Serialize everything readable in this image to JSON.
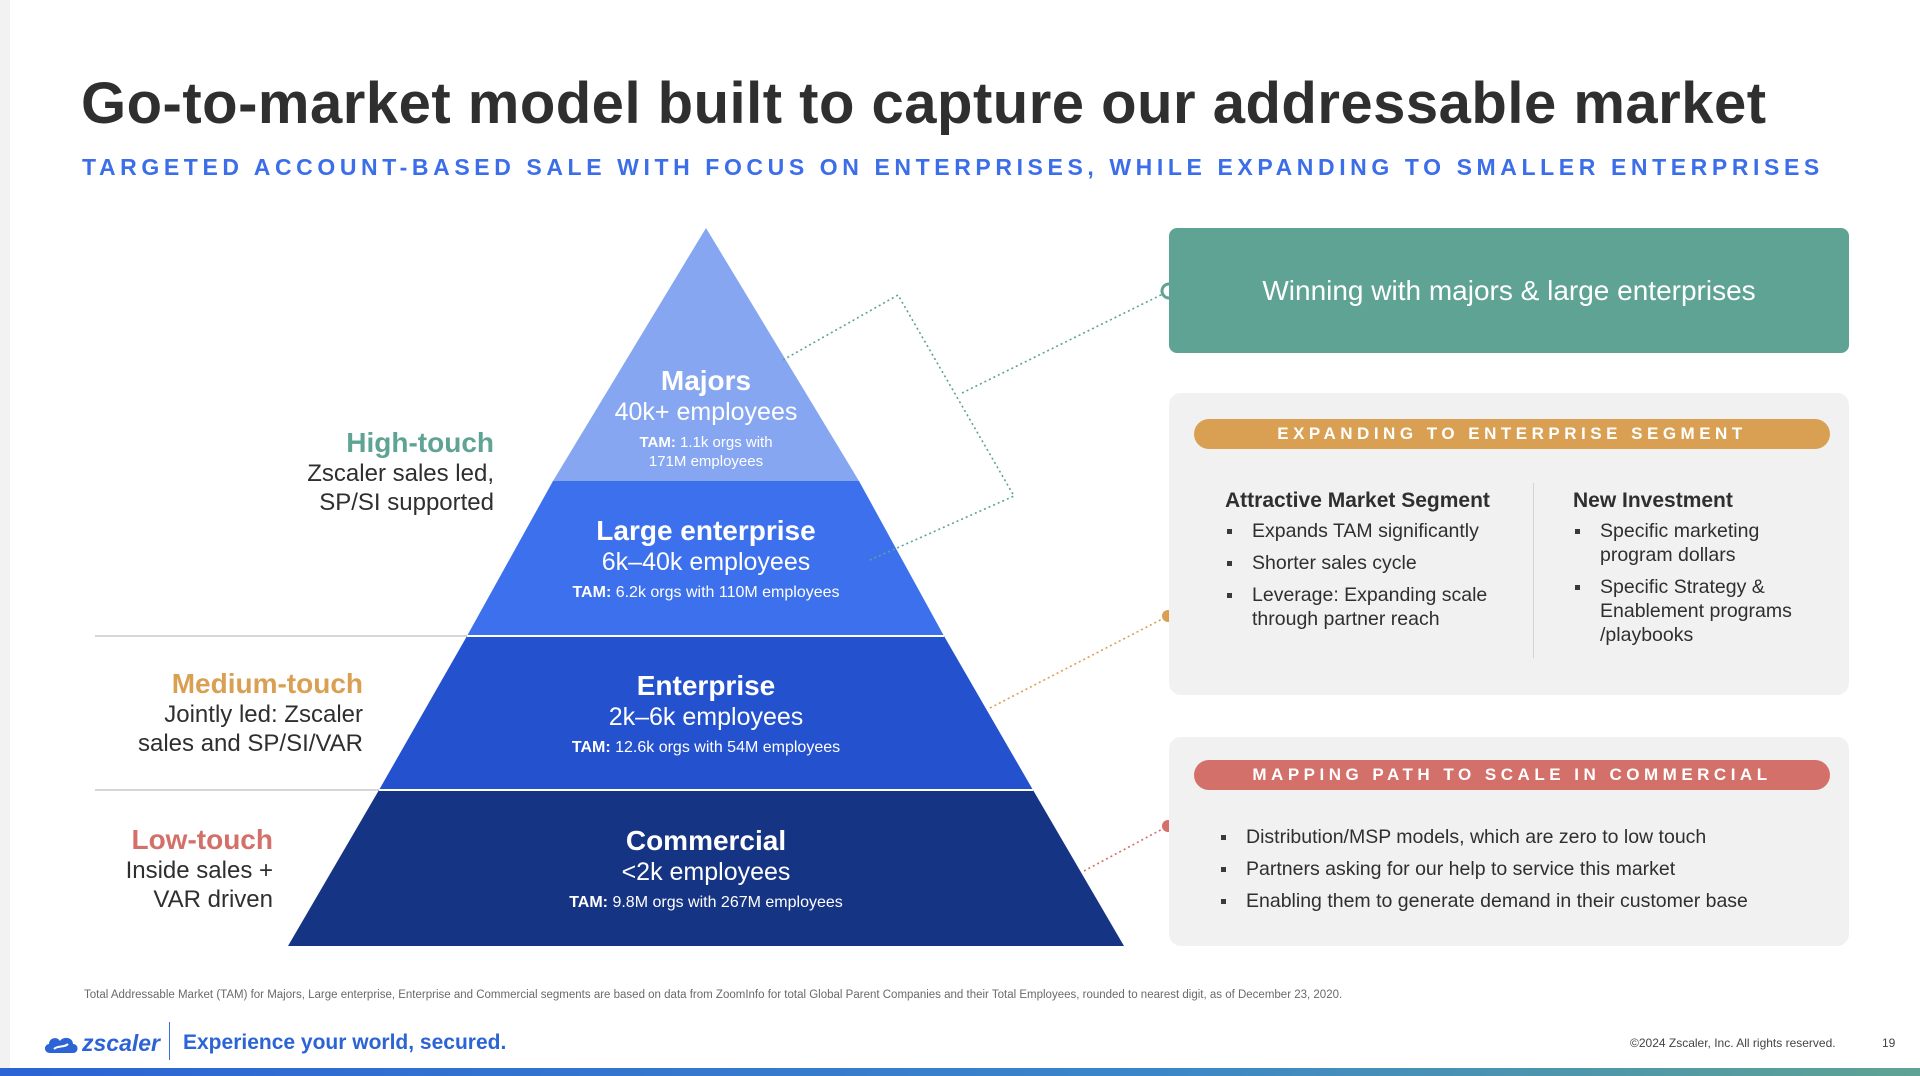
{
  "title": "Go-to-market model built to capture our addressable market",
  "subtitle": "TARGETED ACCOUNT-BASED SALE WITH FOCUS ON ENTERPRISES, WHILE EXPANDING TO SMALLER ENTERPRISES",
  "colors": {
    "title": "#2f2f2f",
    "subtitle": "#3b6ee8",
    "majors": "#86a6f2",
    "large": "#3d70ec",
    "enterprise": "#2451ce",
    "commercial": "#163484",
    "high_touch": "#5ea393",
    "medium_touch": "#d9a054",
    "low_touch": "#d4706a"
  },
  "pyramid": [
    {
      "name": "Majors",
      "employees": "40k+ employees",
      "tam_label": "TAM:",
      "tam_text_1": " 1.1k orgs with",
      "tam_text_2": "171M employees"
    },
    {
      "name": "Large enterprise",
      "employees": "6k–40k employees",
      "tam_label": "TAM:",
      "tam_text": " 6.2k orgs with 110M employees"
    },
    {
      "name": "Enterprise",
      "employees": "2k–6k employees",
      "tam_label": "TAM:",
      "tam_text": " 12.6k orgs with 54M employees"
    },
    {
      "name": "Commercial",
      "employees": "<2k employees",
      "tam_label": "TAM:",
      "tam_text": " 9.8M orgs with 267M employees"
    }
  ],
  "touch": [
    {
      "title": "High-touch",
      "line1": "Zscaler sales led,",
      "line2": "SP/SI supported"
    },
    {
      "title": "Medium-touch",
      "line1": "Jointly led: Zscaler",
      "line2": "sales and SP/SI/VAR"
    },
    {
      "title": "Low-touch",
      "line1": "Inside sales +",
      "line2": "VAR driven"
    }
  ],
  "winning": "Winning with majors & large enterprises",
  "expanding": {
    "header": "EXPANDING TO ENTERPRISE SEGMENT",
    "col1": {
      "title": "Attractive Market Segment",
      "items": [
        "Expands TAM significantly",
        "Shorter sales cycle",
        "Leverage: Expanding scale through partner reach"
      ]
    },
    "col2": {
      "title": "New Investment",
      "items": [
        "Specific marketing program dollars",
        "Specific Strategy & Enablement programs /playbooks"
      ]
    }
  },
  "mapping": {
    "header": "MAPPING PATH TO SCALE IN COMMERCIAL",
    "items": [
      "Distribution/MSP models, which are zero to low touch",
      "Partners asking for our help to service this market",
      "Enabling them to generate demand in their customer base"
    ]
  },
  "footnote": "Total Addressable Market (TAM) for Majors, Large enterprise, Enterprise and Commercial segments are based on data from ZoomInfo for total Global Parent Companies and their Total Employees, rounded to nearest digit, as of December 23, 2020.",
  "logo_text": "zscaler",
  "tagline": "Experience your world, secured.",
  "copyright": "©2024 Zscaler, Inc. All rights reserved.",
  "page_number": "19"
}
